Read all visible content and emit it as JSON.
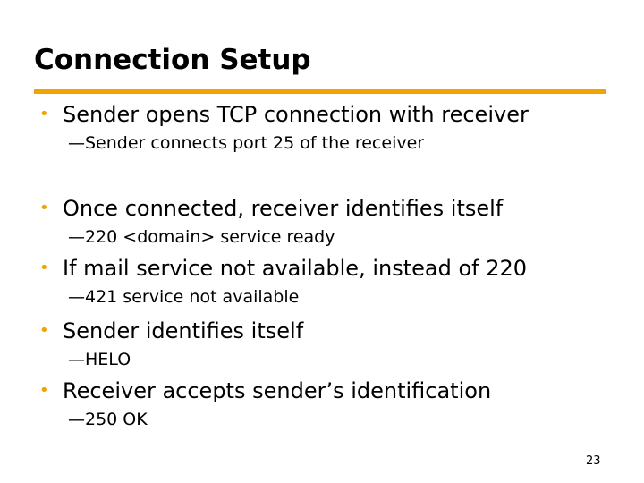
{
  "colors": {
    "accent": "#F5A100",
    "text": "#000000",
    "background": "#FFFFFF"
  },
  "slide": {
    "title": "Connection Setup",
    "bullet_glyph": "•",
    "sub_glyph": "—",
    "bullets": [
      {
        "text": "Sender opens TCP connection with receiver",
        "sub": "Sender connects port 25 of the receiver"
      },
      {
        "text": "Once connected, receiver identifies itself",
        "sub": "220 <domain> service ready"
      },
      {
        "text": "If mail service not available, instead of 220",
        "sub": "421 service not available"
      },
      {
        "text": "Sender identifies itself",
        "sub": "HELO"
      },
      {
        "text": "Receiver accepts sender’s identification",
        "sub": "250 OK"
      }
    ],
    "page_number": "23"
  }
}
